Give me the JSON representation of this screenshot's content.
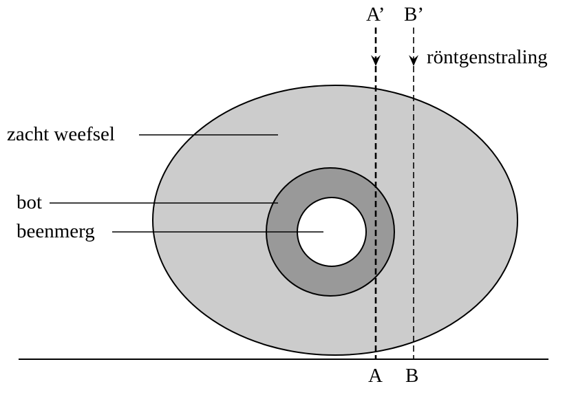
{
  "diagram": {
    "labels": {
      "soft_tissue": "zacht weefsel",
      "bone": "bot",
      "marrow": "beenmerg",
      "xray": "röntgenstraling"
    },
    "points": {
      "a_top": "A’",
      "b_top": "B’",
      "a_bottom": "A",
      "b_bottom": "B"
    },
    "colors": {
      "soft_tissue": "#cccccc",
      "bone": "#999999",
      "marrow": "#ffffff",
      "outline": "#000000"
    }
  }
}
